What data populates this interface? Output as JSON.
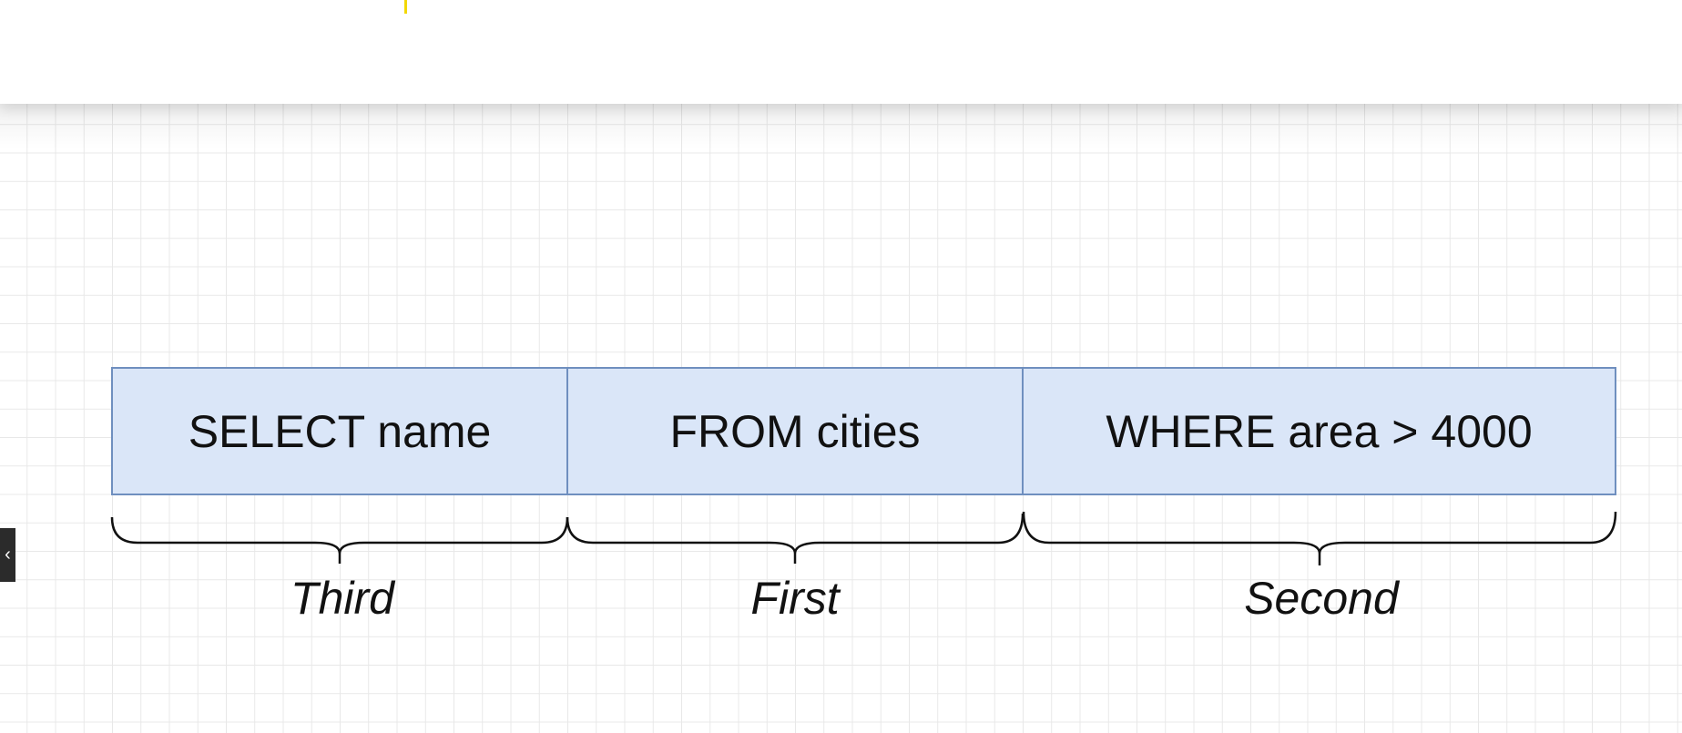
{
  "toolbar": {},
  "side_handle": {
    "glyph": "‹"
  },
  "diagram": {
    "clauses": [
      {
        "text": "SELECT name",
        "order_label": "Third"
      },
      {
        "text": "FROM cities",
        "order_label": "First"
      },
      {
        "text": "WHERE area > 4000",
        "order_label": "Second"
      }
    ]
  },
  "colors": {
    "cell_fill": "#dae6f8",
    "cell_border": "#6f8fbf",
    "grid_line": "#e8e8e8",
    "cursor_mark": "#f2d800"
  }
}
